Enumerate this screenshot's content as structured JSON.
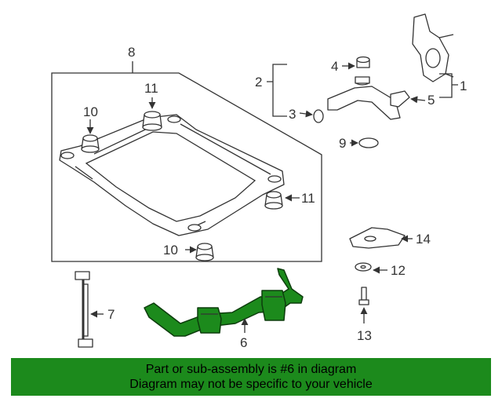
{
  "callouts": {
    "c1": "1",
    "c2": "2",
    "c3": "3",
    "c4": "4",
    "c5": "5",
    "c6": "6",
    "c7": "7",
    "c8": "8",
    "c9": "9",
    "c10a": "10",
    "c10b": "10",
    "c11a": "11",
    "c11b": "11",
    "c12": "12",
    "c13": "13",
    "c14": "14"
  },
  "highlighted_part": "6",
  "colors": {
    "highlight": "#1c8a1c",
    "line": "#333333",
    "banner": "#1c8a1c"
  },
  "banner": {
    "line1": "Part or sub-assembly is #6 in diagram",
    "line2": "Diagram may not be specific to your vehicle"
  }
}
